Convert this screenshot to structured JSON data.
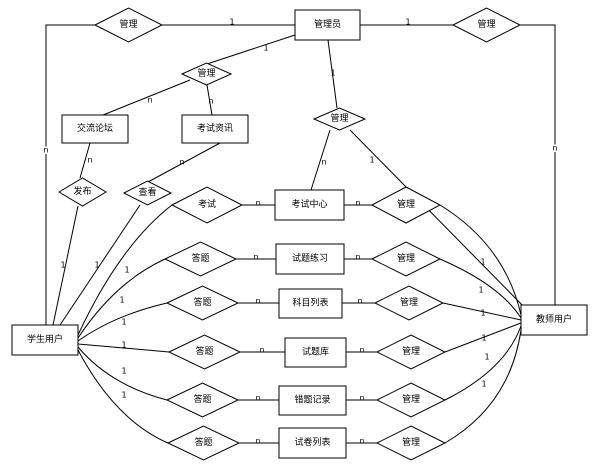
{
  "entities": {
    "admin": "管理员",
    "forum": "交流论坛",
    "news": "考试资讯",
    "exam_center": "考试中心",
    "practice": "试题练习",
    "subjects": "科目列表",
    "question_bank": "试题库",
    "wrong_records": "错题记录",
    "papers": "试卷列表",
    "student": "学生用户",
    "teacher": "教师用户"
  },
  "relations": {
    "manage": "管理",
    "publish": "发布",
    "view": "查看",
    "exam": "考试",
    "answer": "答题"
  },
  "cardinality": {
    "one": "1",
    "many": "n"
  }
}
